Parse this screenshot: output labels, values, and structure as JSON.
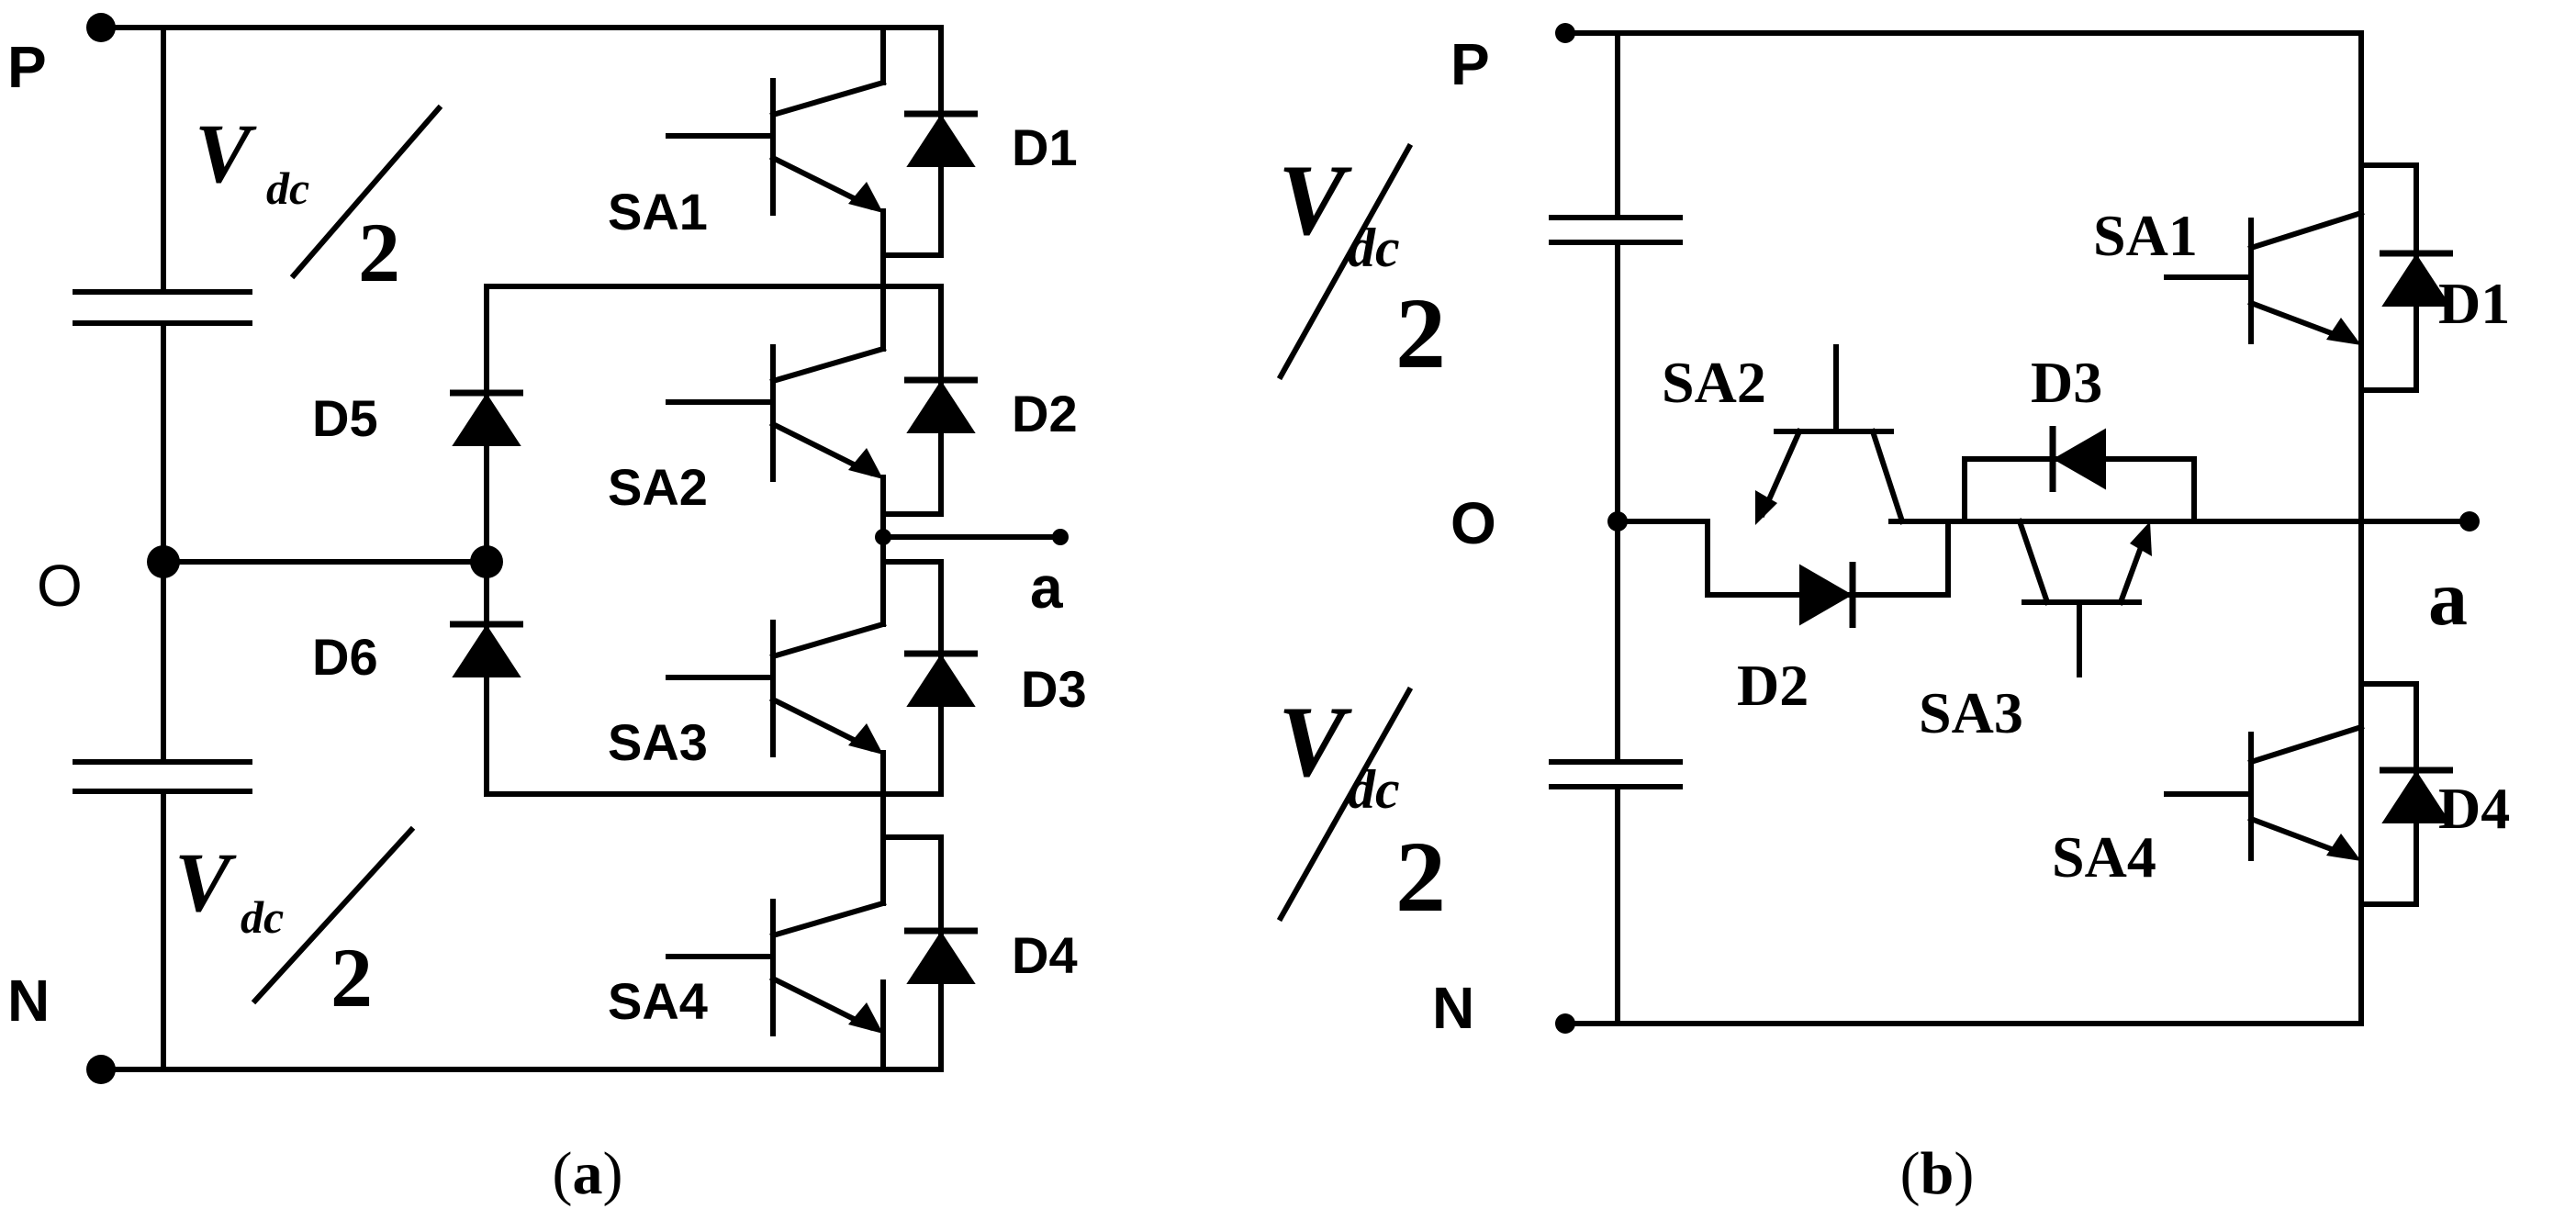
{
  "panel_a": {
    "caption": {
      "open": "(",
      "letter": "a",
      "close": ")"
    },
    "nodes": {
      "p": "P",
      "n": "N",
      "o": "O",
      "out": "a"
    },
    "vdc_top": {
      "v": "V",
      "sub": "dc",
      "den": "2"
    },
    "vdc_bottom": {
      "v": "V",
      "sub": "dc",
      "den": "2"
    },
    "switches": [
      "SA1",
      "SA2",
      "SA3",
      "SA4"
    ],
    "diodes": [
      "D1",
      "D2",
      "D3",
      "D4",
      "D5",
      "D6"
    ]
  },
  "panel_b": {
    "caption": {
      "open": "(",
      "letter": "b",
      "close": ")"
    },
    "nodes": {
      "p": "P",
      "n": "N",
      "o": "O",
      "out": "a"
    },
    "vdc_top": {
      "v": "V",
      "sub": "dc",
      "den": "2"
    },
    "vdc_bottom": {
      "v": "V",
      "sub": "dc",
      "den": "2"
    },
    "switches": [
      "SA1",
      "SA2",
      "SA3",
      "SA4"
    ],
    "diodes": [
      "D1",
      "D2",
      "D3",
      "D4"
    ]
  }
}
